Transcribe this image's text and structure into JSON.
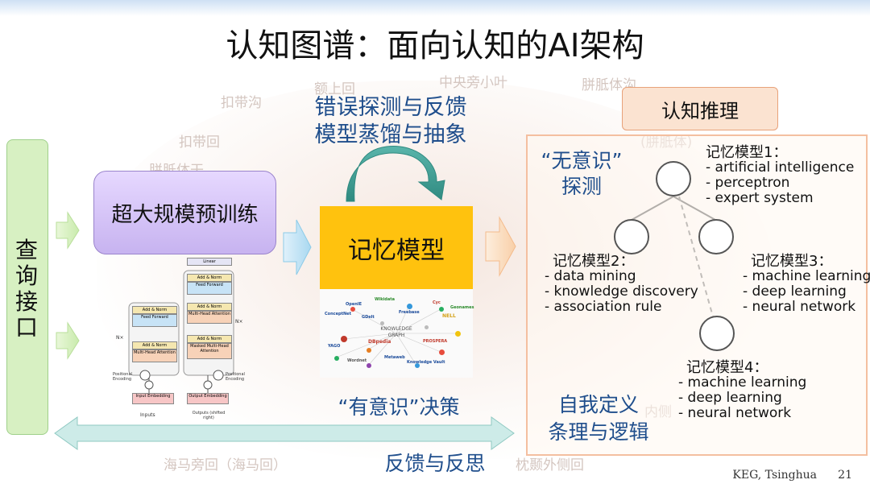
{
  "title": "认知图谱：面向认知的AI架构",
  "background_labels": [
    "扣带沟",
    "额上回",
    "中央旁小叶",
    "胼胝体沟",
    "扣带回",
    "胼胝体干",
    "(胼胝体)",
    "海马旁回（海马回）",
    "枕颞外侧回",
    "内侧"
  ],
  "query_interface": [
    "查",
    "询",
    "接",
    "口"
  ],
  "pretrain_label": "超大规模预训练",
  "transformer": {
    "left_blocks": [
      "Add & Norm",
      "Feed Forward",
      "Add & Norm",
      "Multi-Head Attention"
    ],
    "right_blocks": [
      "Linear",
      "Add & Norm",
      "Feed Forward",
      "Add & Norm",
      "Multi-Head Attention",
      "Add & Norm",
      "Masked Multi-Head Attention"
    ],
    "nx_left": "N×",
    "nx_right": "N×",
    "pos_enc_left": "Positional Encoding",
    "pos_enc_right": "Positional Encoding",
    "input_emb": "Input Embedding",
    "output_emb": "Output Embedding",
    "inputs": "Inputs",
    "outputs": "Outputs (shifted right)"
  },
  "error_detection": [
    "错误探测与反馈",
    "模型蒸馏与抽象"
  ],
  "memory_model": "记忆模型",
  "knowledge_graph": {
    "center": [
      "KNOWLEDGE",
      "GRAPH"
    ],
    "labels": [
      "OpenIE",
      "Wikidata",
      "ConceptNet",
      "GDelt",
      "Freebase",
      "Cyc",
      "Geonames",
      "NELL",
      "YAGO",
      "DBpedia",
      "PROSPERA",
      "Wordnet",
      "Metaweb",
      "Knowledge Vault"
    ]
  },
  "cognitive_reasoning": "认知推理",
  "unconscious": [
    "“无意识”",
    "探测"
  ],
  "conscious": "“有意识”决策",
  "self_definition": [
    "自我定义",
    "条理与逻辑"
  ],
  "feedback_reflection": "反馈与反思",
  "memory_nodes": [
    {
      "title": "记忆模型1：",
      "items": [
        "- artificial intelligence",
        "- perceptron",
        "- expert system"
      ]
    },
    {
      "title": "记忆模型2：",
      "items": [
        "- data mining",
        "- knowledge discovery",
        "- association rule"
      ]
    },
    {
      "title": "记忆模型3：",
      "items": [
        "- machine learning",
        "- deep learning",
        "- neural network"
      ]
    },
    {
      "title": "记忆模型4：",
      "items": [
        "- machine learning",
        "- deep learning",
        "- neural network"
      ]
    }
  ],
  "footer": "KEG, Tsinghua",
  "page_number": "21",
  "colors": {
    "query_box": "#d7f0c2",
    "pretrain_box": "#c7b3f0",
    "memory_box": "#ffc20e",
    "cognitive_title_box": "#fbe3d1",
    "accent_text": "#1f4e8c",
    "arrow_teal": "#b6e0dc"
  }
}
